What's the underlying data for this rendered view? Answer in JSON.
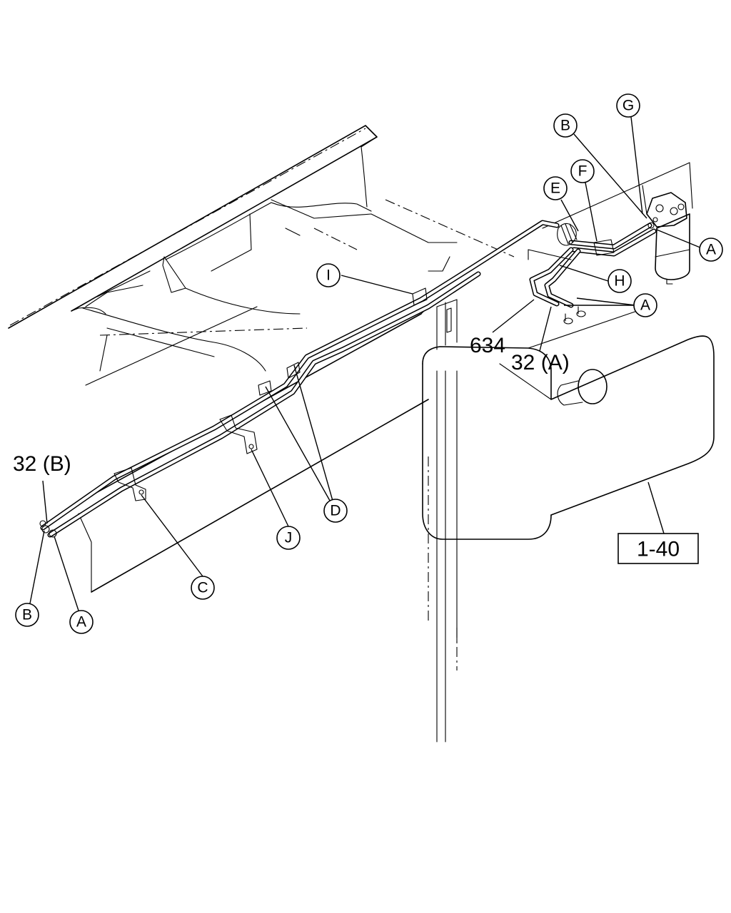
{
  "diagram": {
    "callouts": [
      {
        "id": "G",
        "label": "G"
      },
      {
        "id": "B-top",
        "label": "B"
      },
      {
        "id": "F",
        "label": "F"
      },
      {
        "id": "E",
        "label": "E"
      },
      {
        "id": "A-filter",
        "label": "A"
      },
      {
        "id": "I",
        "label": "I"
      },
      {
        "id": "H",
        "label": "H"
      },
      {
        "id": "A-tank",
        "label": "A"
      },
      {
        "id": "D",
        "label": "D"
      },
      {
        "id": "J",
        "label": "J"
      },
      {
        "id": "C",
        "label": "C"
      },
      {
        "id": "B-bottom",
        "label": "B"
      },
      {
        "id": "A-bottom",
        "label": "A"
      }
    ],
    "part_numbers": {
      "p634": "634",
      "p32a": "32 (A)",
      "p32b": "32 (B)"
    },
    "reference_box": "1-40"
  }
}
